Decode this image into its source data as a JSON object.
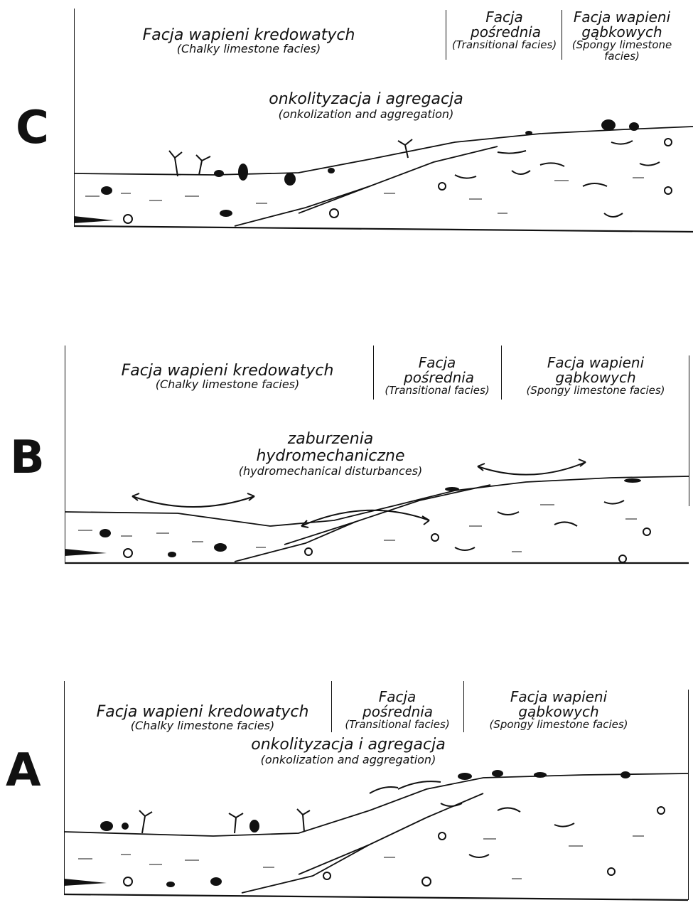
{
  "panels": [
    {
      "label": "C",
      "facies": [
        {
          "pl": "Facja wapieni kredowatych",
          "en": "(Chalky limestone facies)"
        },
        {
          "pl": "Facja pośrednia",
          "en": "(Transitional facies)"
        },
        {
          "pl": "Facja wapieni gąbkowych",
          "en": "(Spongy limestone facies)"
        }
      ],
      "process": {
        "pl": "onkolityzacja i agregacja",
        "en": "(onkolization and aggregation)"
      }
    },
    {
      "label": "B",
      "facies": [
        {
          "pl": "Facja wapieni kredowatych",
          "en": "(Chalky limestone facies)"
        },
        {
          "pl": "Facja pośrednia",
          "en": "(Transitional facies)"
        },
        {
          "pl": "Facja wapieni gąbkowych",
          "en": "(Spongy limestone facies)"
        }
      ],
      "process": {
        "pl": "zaburzenia hydromechaniczne",
        "en": "(hydromechanical disturbances)"
      }
    },
    {
      "label": "A",
      "facies": [
        {
          "pl": "Facja wapieni kredowatych",
          "en": "(Chalky limestone facies)"
        },
        {
          "pl": "Facja pośrednia",
          "en": "(Transitional facies)"
        },
        {
          "pl": "Facja wapieni gąbkowych",
          "en": "(Spongy limestone facies)"
        }
      ],
      "process": {
        "pl": "onkolityzacja i agregacja",
        "en": "(onkolization and aggregation)"
      }
    }
  ]
}
